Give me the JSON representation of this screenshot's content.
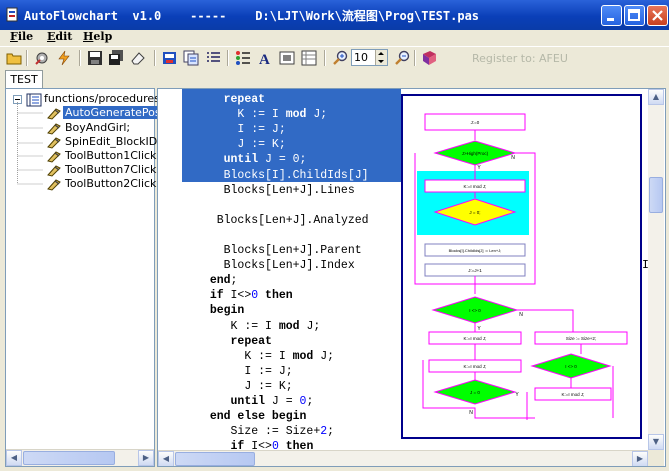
{
  "window": {
    "title": "AutoFlowchart  v1.0    -----    D:\\LJT\\Work\\流程图\\Prog\\TEST.pas"
  },
  "menu": [
    {
      "underline": "F",
      "rest": "ile"
    },
    {
      "underline": "E",
      "rest": "dit"
    },
    {
      "underline": "H",
      "rest": "elp"
    }
  ],
  "toolbar": {
    "zoom_value": "10",
    "register_text": "Register to: AFEU",
    "icons": [
      "open-folder-icon",
      "settings-icon",
      "flash-icon",
      "save-icon",
      "save-all-icon",
      "eraser-icon",
      "export-icon",
      "copy-icon",
      "list-icon",
      "list-bullets-icon",
      "font-icon",
      "image-icon",
      "grid-icon",
      "zoom-in-icon",
      "zoom-out-icon",
      "book-icon"
    ]
  },
  "tabs": [
    "TEST"
  ],
  "tree": {
    "root": "functions/procedures",
    "items": [
      "AutoGeneratePoss",
      "BoyAndGirl;",
      "SpinEdit_BlockIDCh",
      "ToolButton1Click",
      "ToolButton7Click",
      "ToolButton2Click"
    ],
    "selected_index": 0
  },
  "code": {
    "lines": [
      {
        "indent": "    ",
        "parts": [
          [
            "kw",
            "repeat"
          ]
        ],
        "sel": true
      },
      {
        "indent": "      ",
        "parts": [
          [
            "t",
            "K := I "
          ],
          [
            "kw",
            "mod"
          ],
          [
            "t",
            " J;"
          ]
        ],
        "sel": true
      },
      {
        "indent": "      ",
        "parts": [
          [
            "t",
            "I := J;"
          ]
        ],
        "sel": true
      },
      {
        "indent": "      ",
        "parts": [
          [
            "t",
            "J := K;"
          ]
        ],
        "sel": true
      },
      {
        "indent": "    ",
        "parts": [
          [
            "kw",
            "until"
          ],
          [
            "t",
            " J = "
          ],
          [
            "num",
            "0"
          ],
          [
            "t",
            ";"
          ]
        ],
        "sel": true
      },
      {
        "indent": "    ",
        "parts": [
          [
            "t",
            "Blocks[I].ChildIds[J]"
          ]
        ],
        "sel": true
      },
      {
        "indent": "    ",
        "parts": [
          [
            "t",
            "Blocks[Len+J].Lines"
          ]
        ],
        "sel": false
      },
      {
        "indent": "",
        "parts": [],
        "sel": false
      },
      {
        "indent": "   ",
        "parts": [
          [
            "t",
            "Blocks[Len+J].Analyzed"
          ]
        ],
        "sel": false
      },
      {
        "indent": "",
        "parts": [],
        "sel": false
      },
      {
        "indent": "    ",
        "parts": [
          [
            "t",
            "Blocks[Len+J].Parent"
          ]
        ],
        "sel": false
      },
      {
        "indent": "    ",
        "parts": [
          [
            "t",
            "Blocks[Len+J].Index"
          ]
        ],
        "sel": false
      },
      {
        "indent": "  ",
        "parts": [
          [
            "kw",
            "end"
          ],
          [
            "t",
            ";"
          ]
        ],
        "sel": false
      },
      {
        "indent": "  ",
        "parts": [
          [
            "kw",
            "if"
          ],
          [
            "t",
            " I<>"
          ],
          [
            "num",
            "0"
          ],
          [
            "t",
            " "
          ],
          [
            "kw",
            "then"
          ]
        ],
        "sel": false
      },
      {
        "indent": "  ",
        "parts": [
          [
            "kw",
            "begin"
          ]
        ],
        "sel": false
      },
      {
        "indent": "     ",
        "parts": [
          [
            "t",
            "K := I "
          ],
          [
            "kw",
            "mod"
          ],
          [
            "t",
            " J;"
          ]
        ],
        "sel": false
      },
      {
        "indent": "     ",
        "parts": [
          [
            "kw",
            "repeat"
          ]
        ],
        "sel": false
      },
      {
        "indent": "       ",
        "parts": [
          [
            "t",
            "K := I "
          ],
          [
            "kw",
            "mod"
          ],
          [
            "t",
            " J;"
          ]
        ],
        "sel": false
      },
      {
        "indent": "       ",
        "parts": [
          [
            "t",
            "I := J;"
          ]
        ],
        "sel": false
      },
      {
        "indent": "       ",
        "parts": [
          [
            "t",
            "J := K;"
          ]
        ],
        "sel": false
      },
      {
        "indent": "     ",
        "parts": [
          [
            "kw",
            "until"
          ],
          [
            "t",
            " J = "
          ],
          [
            "num",
            "0"
          ],
          [
            "t",
            ";"
          ]
        ],
        "sel": false
      },
      {
        "indent": "  ",
        "parts": [
          [
            "kw",
            "end else begin"
          ]
        ],
        "sel": false
      },
      {
        "indent": "     ",
        "parts": [
          [
            "t",
            "Size := Size+"
          ],
          [
            "num",
            "2"
          ],
          [
            "t",
            ";"
          ]
        ],
        "sel": false
      },
      {
        "indent": "     ",
        "parts": [
          [
            "kw",
            "if"
          ],
          [
            "t",
            " I<>"
          ],
          [
            "num",
            "0"
          ],
          [
            "t",
            " "
          ],
          [
            "kw",
            "then"
          ]
        ],
        "sel": false
      }
    ],
    "right_edge_char": "I"
  },
  "flowchart": {
    "labels": [
      "J:=0",
      "J>High(Proc)",
      "N",
      "Y",
      "K:=I mod J;",
      "J = 0;",
      "Blocks[I].ChildIds[J] := Len+J;",
      "J:=J+1",
      "I <> 0",
      "Y",
      "N",
      "K:=I mod J;",
      "Size := Size+2;",
      "K:=I mod J;",
      "I <> 0",
      "J = 0",
      "K:=I mod J;",
      "Y",
      "N"
    ]
  },
  "colors": {
    "title_bar": "#0a3fb8",
    "selection": "#316ac5",
    "flow_decision": "#00ff00",
    "flow_loop": "#00ffff",
    "flow_line": "#ff00ff"
  }
}
